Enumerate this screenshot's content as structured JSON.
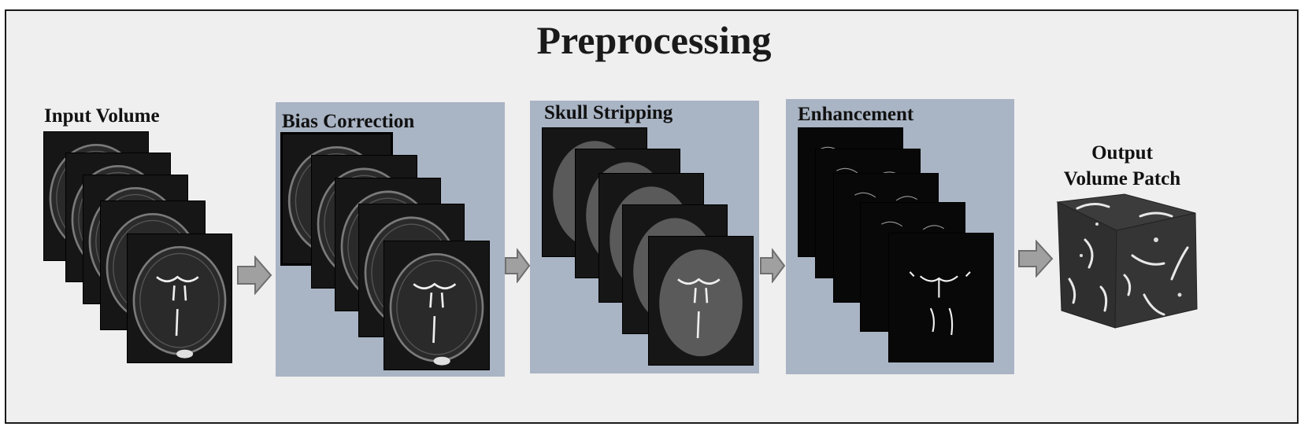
{
  "title": "Preprocessing",
  "stages": [
    {
      "label": "Input Volume"
    },
    {
      "label": "Bias Correction"
    },
    {
      "label": "Skull Stripping"
    },
    {
      "label": "Enhancement"
    }
  ],
  "output": {
    "line1": "Output",
    "line2": "Volume Patch"
  },
  "colors": {
    "panel": "#a9b4c4",
    "background": "#efefef",
    "arrow": "#a0a0a0",
    "slice": "#161616"
  }
}
